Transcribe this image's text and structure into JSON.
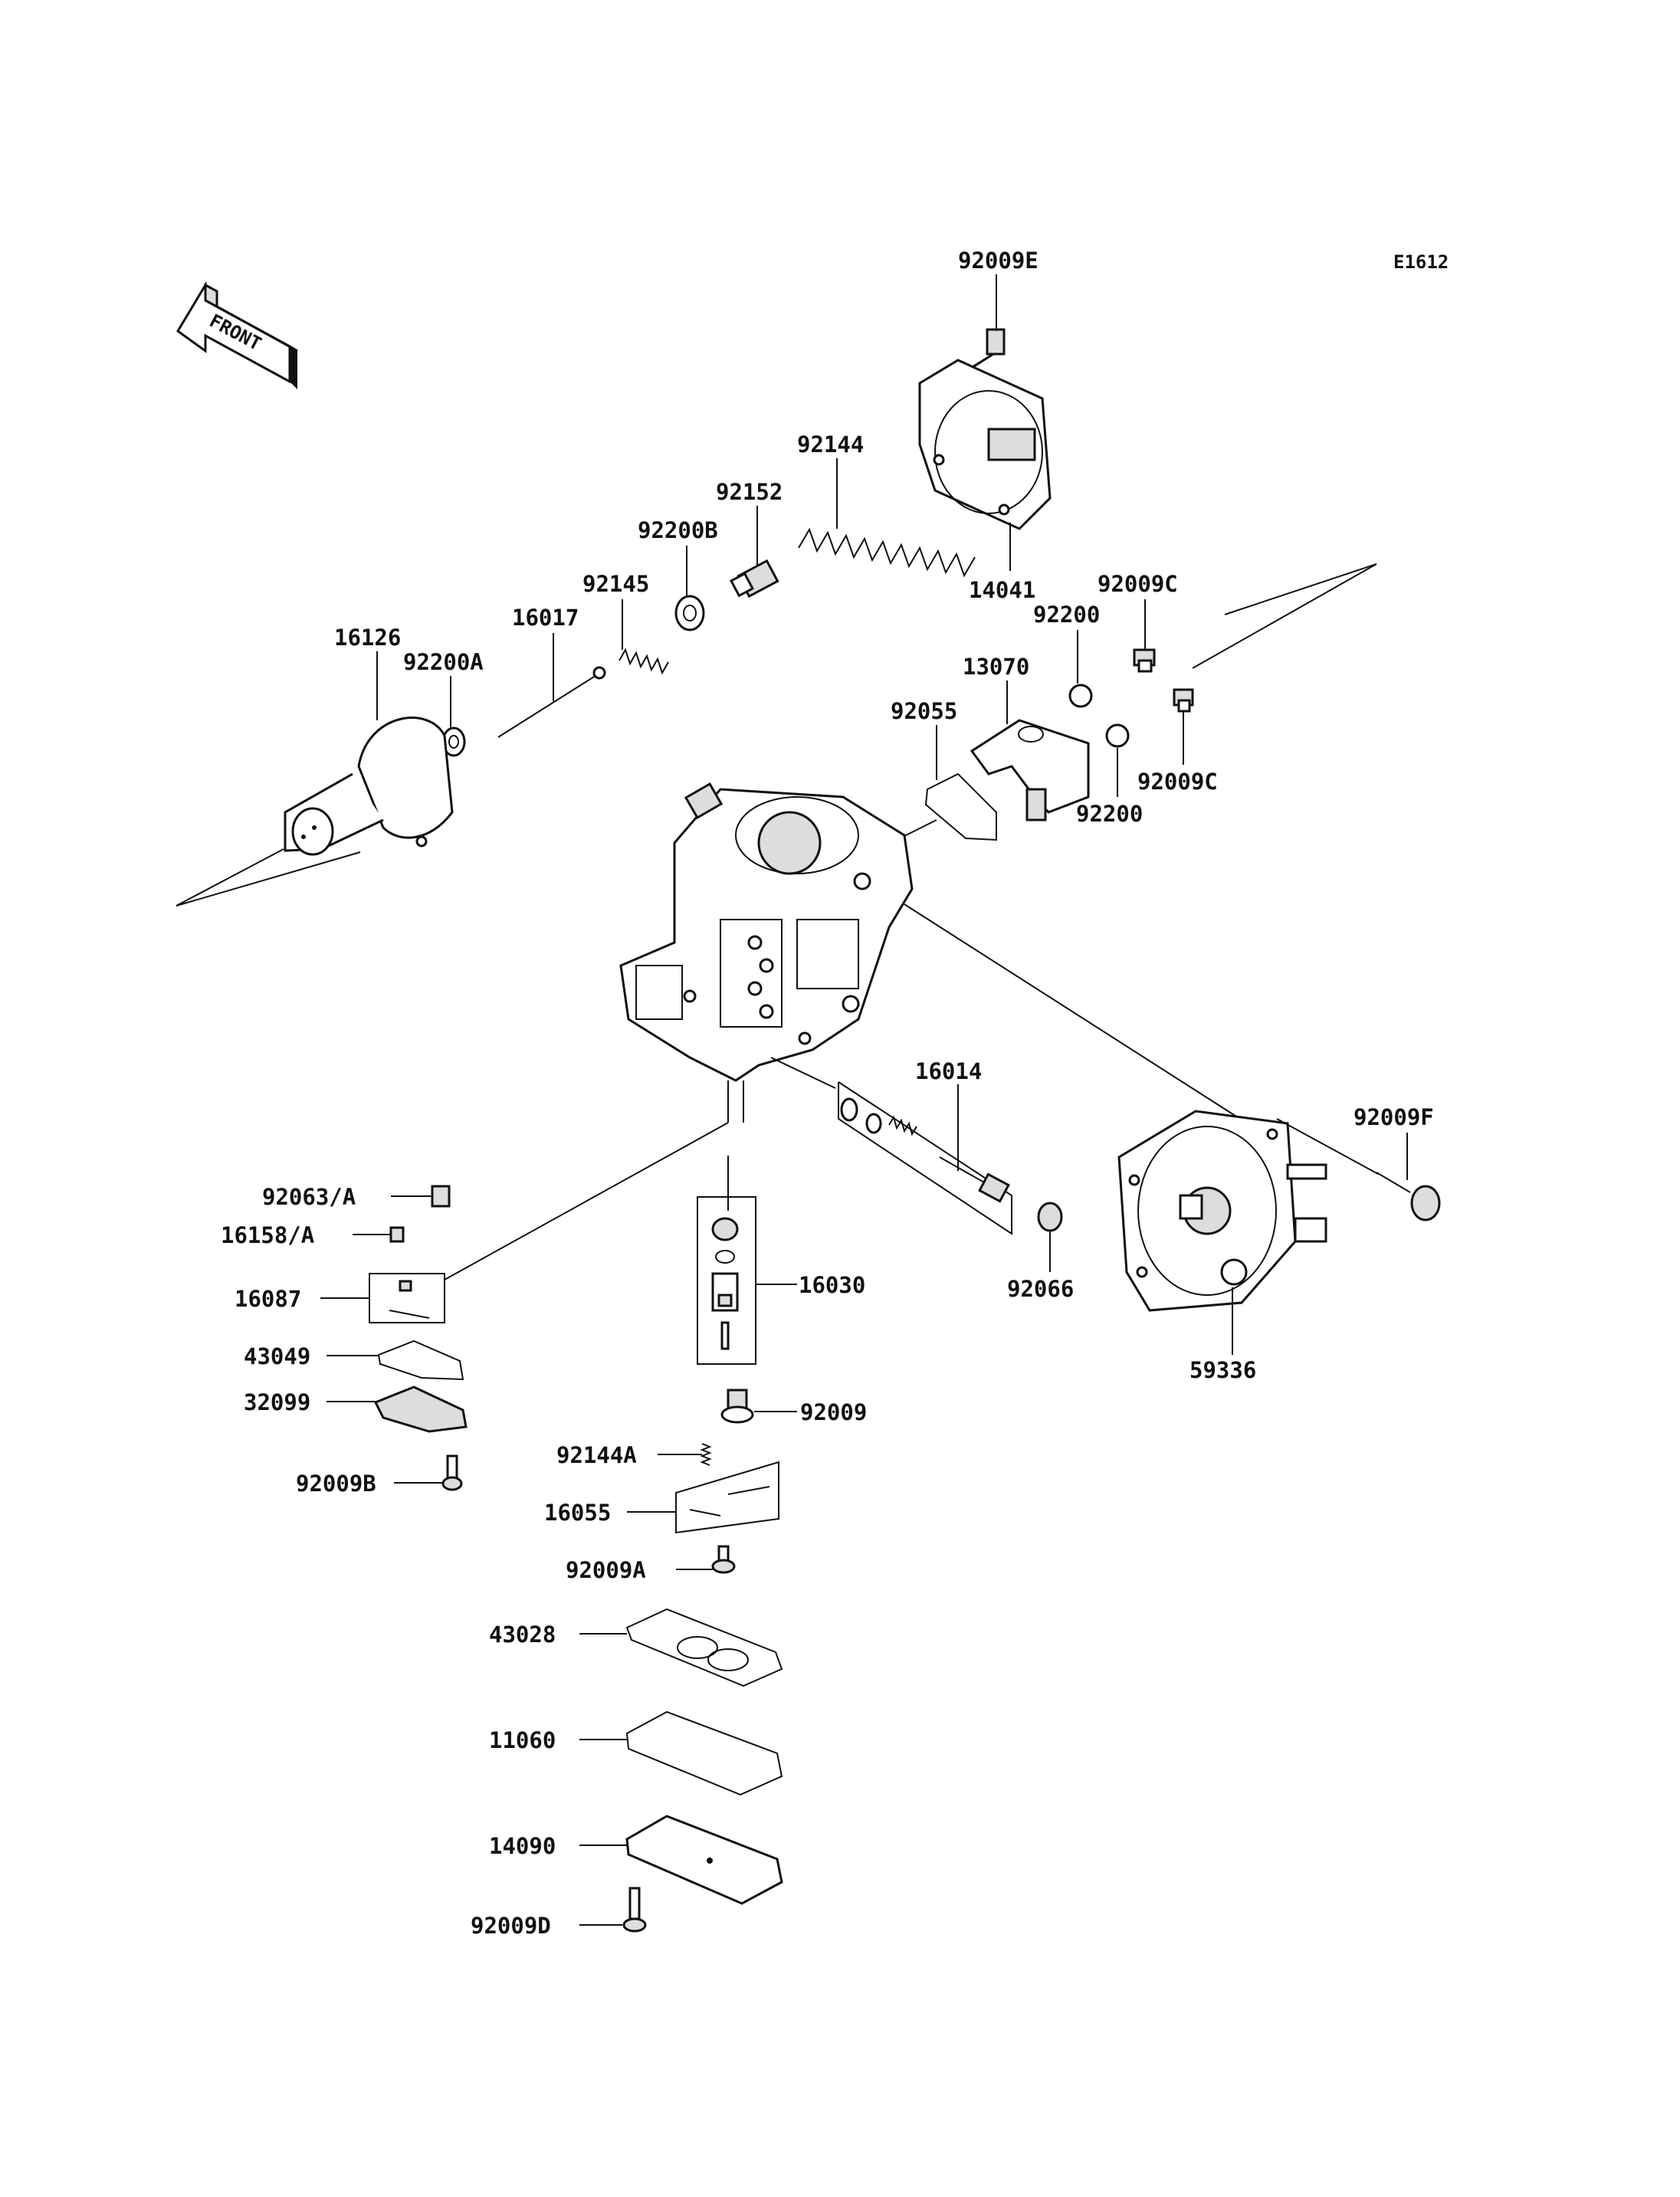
{
  "diagram_code": "E1612",
  "front_arrow": {
    "text": "FRONT",
    "icon": "front-arrow-icon"
  },
  "parts": {
    "p92009E": "92009E",
    "p92144": "92144",
    "p92152": "92152",
    "p92200B": "92200B",
    "p92145": "92145",
    "p16017": "16017",
    "p16126": "16126",
    "p92200A": "92200A",
    "p14041": "14041",
    "p92009C_top": "92009C",
    "p92200_top": "92200",
    "p13070": "13070",
    "p92055": "92055",
    "p92009C_bot": "92009C",
    "p92200_bot": "92200",
    "p16014": "16014",
    "p92009F": "92009F",
    "p92063A": "92063/A",
    "p16158A": "16158/A",
    "p16087": "16087",
    "p43049": "43049",
    "p32099": "32099",
    "p92009B": "92009B",
    "p16030": "16030",
    "p92066": "92066",
    "p59336": "59336",
    "p92009": "92009",
    "p92144A": "92144A",
    "p16055": "16055",
    "p92009A": "92009A",
    "p43028": "43028",
    "p11060": "11060",
    "p14090": "14090",
    "p92009D": "92009D"
  }
}
